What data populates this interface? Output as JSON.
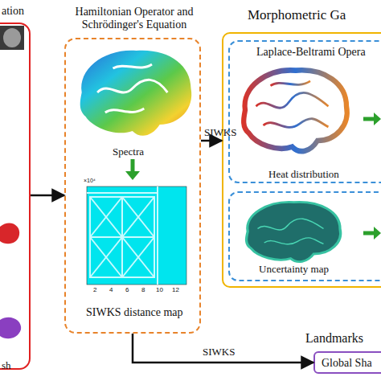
{
  "diagram": {
    "nodes": [
      {
        "text": [
          "ation",
          "sh"
        ]
      },
      {
        "text": [
          "Hamiltonian Operator and Schrödinger's Equation"
        ]
      },
      {
        "text": [
          "Morphometric Ga"
        ]
      },
      {
        "text": [
          "Laplace-Beltrami Opera",
          "Heat distribution"
        ],
        "in": 2
      },
      {
        "text": [
          "Uncertainty map"
        ],
        "in": 2
      },
      {
        "text": [
          "Landmarks",
          "Global Sha"
        ]
      }
    ],
    "edges": [
      {
        "from": 0,
        "to": 1,
        "arrow": "to"
      },
      {
        "from": 1,
        "to": 2,
        "label": "SIWKS",
        "arrow": "to"
      },
      {
        "from": 1,
        "to": 5,
        "label": "SIWKS",
        "arrow": "to"
      }
    ],
    "labels": [
      "Spectra",
      "SIWKS distance map",
      "×10⁴",
      "2",
      "4",
      "6",
      "8",
      "10",
      "12"
    ]
  }
}
